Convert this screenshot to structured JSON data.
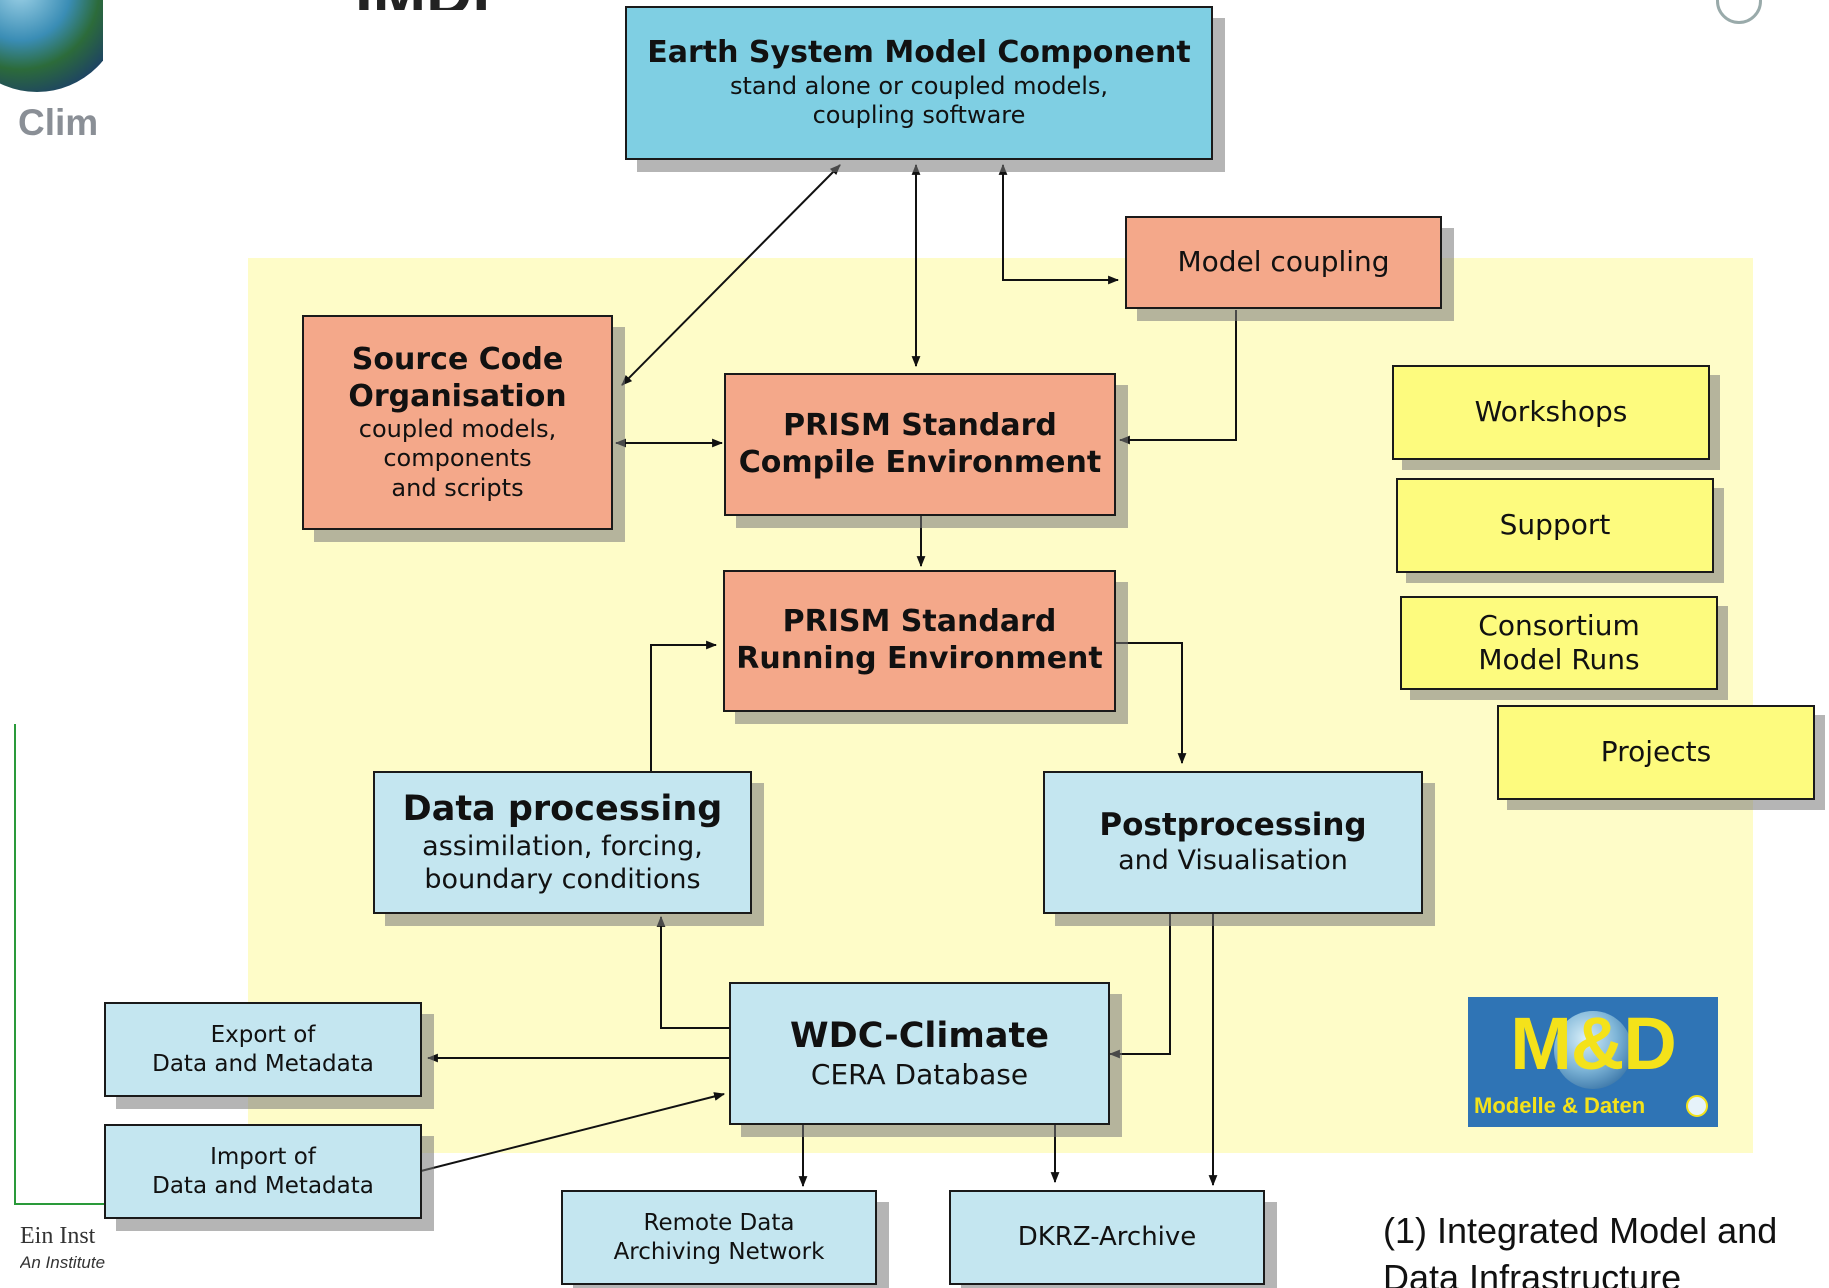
{
  "header": {
    "logo_title_fragment": "IMDI",
    "logo_side_fragment": "Clim",
    "footer_line1_fragment": "Ein Inst",
    "footer_line2_fragment": "An Institute"
  },
  "nodes": {
    "earth_system": {
      "title": "Earth System Model Component",
      "line1": "stand alone or coupled models,",
      "line2": "coupling software"
    },
    "model_coupling": {
      "label": "Model coupling"
    },
    "source_code": {
      "title1": "Source Code",
      "title2": "Organisation",
      "line1": "coupled models,",
      "line2": "components",
      "line3": "and scripts"
    },
    "compile_env": {
      "title1": "PRISM Standard",
      "title2": "Compile Environment"
    },
    "running_env": {
      "title1": "PRISM Standard",
      "title2": "Running Environment"
    },
    "data_processing": {
      "title": "Data processing",
      "line1": "assimilation, forcing,",
      "line2": "boundary conditions"
    },
    "postprocessing": {
      "title": "Postprocessing",
      "line1": "and Visualisation"
    },
    "wdc_climate": {
      "title": "WDC-Climate",
      "line1": "CERA Database"
    },
    "export": {
      "line1": "Export of",
      "line2": "Data and Metadata"
    },
    "import": {
      "line1": "Import of",
      "line2": "Data and Metadata"
    },
    "remote_archive": {
      "line1": "Remote Data",
      "line2": "Archiving Network"
    },
    "dkrz_archive": {
      "label": "DKRZ-Archive"
    }
  },
  "side_items": {
    "workshops": "Workshops",
    "support": "Support",
    "consortium_line1": "Consortium",
    "consortium_line2": "Model Runs",
    "projects": "Projects"
  },
  "md_logo": {
    "big": "M&D",
    "small": "Modelle & Daten"
  },
  "caption": {
    "line1": "(1) Integrated Model and",
    "line2": "Data Infrastructure"
  },
  "colors": {
    "salmon_box": "#f4a88a",
    "blue_box": "#c4e6f0",
    "top_box": "#7fcfe3",
    "yellow_box": "#fdfb7e",
    "background_zone": "#fefcc8",
    "md_logo_bg": "#2f74b5",
    "md_logo_text": "#f4e21a",
    "green_rule": "#2a9a3a"
  }
}
